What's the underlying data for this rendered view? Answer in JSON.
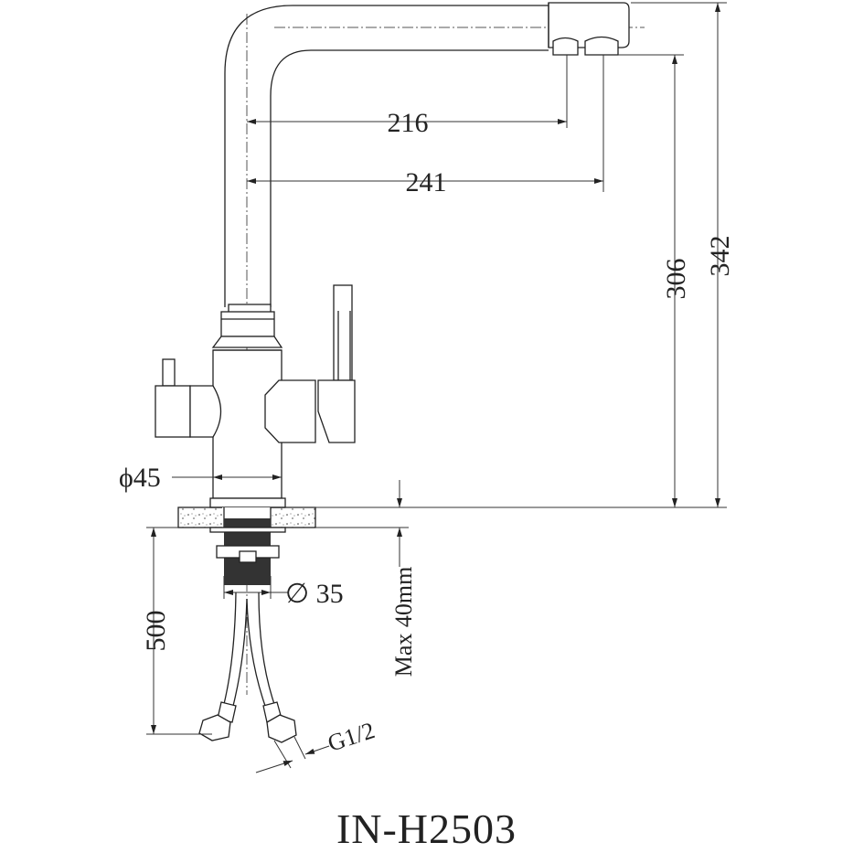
{
  "title": "IN-H2503",
  "dimensions": {
    "spout_reach_1": "216",
    "spout_reach_2": "241",
    "spout_height": "306",
    "total_height": "342",
    "body_diameter": "ϕ45",
    "shank_diameter": "∅ 35",
    "hose_length": "500",
    "max_countertop": "Max  40mm",
    "connection": "G1/2"
  }
}
